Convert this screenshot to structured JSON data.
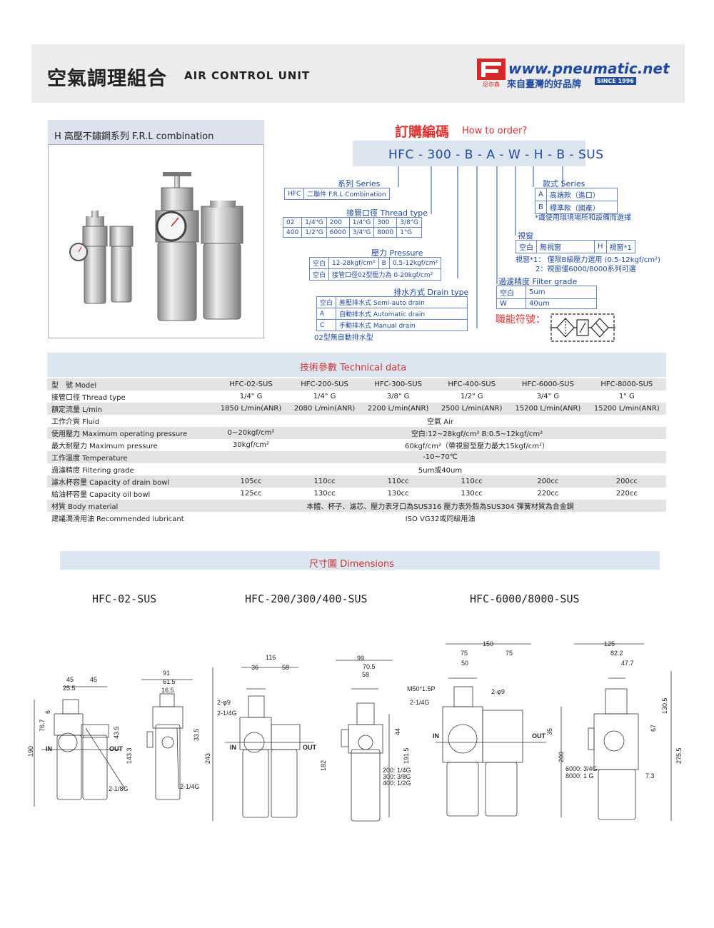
{
  "header": {
    "title_zh": "空氣調理組合",
    "title_en": "AIR CONTROL UNIT",
    "logo_text": "尼尔森",
    "website": "www.pneumatic.net",
    "slogan": "來自臺灣的好品牌",
    "since": "SINCE 1996"
  },
  "product": {
    "series_title": "H  高壓不鏽鋼系列  F.R.L combination"
  },
  "order": {
    "title_zh": "訂購編碼",
    "title_en": "How to order?",
    "code": "HFC - 300 -  B - A - W - H - B - SUS",
    "series_label": "系列 Series",
    "series_rows": [
      [
        "HFC",
        "二聯件 F.R.L Combination"
      ]
    ],
    "thread_label": "接管口徑 Thread type",
    "thread_rows": [
      [
        "02",
        "1/4\"G",
        "200",
        "1/4\"G",
        "300",
        "3/8\"G"
      ],
      [
        "400",
        "1/2\"G",
        "6000",
        "3/4\"G",
        "8000",
        "1\"G"
      ]
    ],
    "pressure_label": "壓力 Pressure",
    "pressure_rows": [
      [
        "空白",
        "12-28kgf/cm²",
        "B",
        "0.5-12kgf/cm²"
      ],
      [
        "空白",
        "接管口徑02型壓力為 0-20kgf/cm²"
      ]
    ],
    "drain_label": "排水方式 Drain type",
    "drain_rows": [
      [
        "空白",
        "差壓排水式 Semi-auto drain"
      ],
      [
        "A",
        "自動排水式  Automatic drain"
      ],
      [
        "C",
        "手動排水式  Manual drain"
      ]
    ],
    "drain_note": "02型無自動排水型",
    "style_label": "款式 Series",
    "style_rows": [
      [
        "A",
        "高端款（進口）"
      ],
      [
        "B",
        "標準款（國產）"
      ]
    ],
    "style_note": "*識使用環境場所和設備而選擇",
    "window_label": "視窗",
    "window_rows": [
      [
        "空白",
        "無視窗",
        "H",
        "視窗*1"
      ]
    ],
    "window_note1": "視窗*1： 僅限B級壓力選用 (0.5-12kgf/cm²)",
    "window_note2": "2：視窗僅6000/8000系列可選",
    "filter_label": "過濾精度 Filter grade",
    "filter_rows": [
      [
        "空白",
        "5um"
      ],
      [
        "W",
        "40um"
      ]
    ],
    "function_label": "職能符號："
  },
  "technical": {
    "title": "技術參數    Technical data",
    "rows": [
      {
        "label": "型　號  Model",
        "cells": [
          [
            "HFC-02-SUS",
            1
          ],
          [
            "HFC-200-SUS",
            1
          ],
          [
            "HFC-300-SUS",
            1
          ],
          [
            "HFC-400-SUS",
            1
          ],
          [
            "HFC-6000-SUS",
            1
          ],
          [
            "HFC-8000-SUS",
            1
          ]
        ]
      },
      {
        "label": "接管口徑  Thread type",
        "cells": [
          [
            "1/4\" G",
            1
          ],
          [
            "1/4\" G",
            1
          ],
          [
            "3/8\" G",
            1
          ],
          [
            "1/2\" G",
            1
          ],
          [
            "3/4\" G",
            1
          ],
          [
            "1\" G",
            1
          ]
        ]
      },
      {
        "label": "額定流量 L/min",
        "cells": [
          [
            "1850 L/min(ANR)",
            1
          ],
          [
            "2080 L/min(ANR)",
            1
          ],
          [
            "2200 L/min(ANR)",
            1
          ],
          [
            "2500 L/min(ANR)",
            1
          ],
          [
            "15200 L/min(ANR)",
            1
          ],
          [
            "15200 L/min(ANR)",
            1
          ]
        ]
      },
      {
        "label": "工作介質  Fluid",
        "cells": [
          [
            "空氣 Air",
            6
          ]
        ]
      },
      {
        "label": "使用壓力  Maximum operating pressure",
        "cells": [
          [
            "0~20kgf/cm²",
            1
          ],
          [
            "空白:12~28kgf/cm²         B:0.5~12kgf/cm²",
            5
          ]
        ]
      },
      {
        "label": "最大耐壓力   Maximum pressure",
        "cells": [
          [
            "30kgf/cm²",
            1
          ],
          [
            "60kgf/cm²（帶視窗型壓力最大15kgf/cm²）",
            5
          ]
        ]
      },
      {
        "label": "工作溫度  Temperature",
        "cells": [
          [
            "-10~70℃",
            6
          ]
        ]
      },
      {
        "label": "過濾精度  Filtering grade",
        "cells": [
          [
            "5um或40um",
            6
          ]
        ]
      },
      {
        "label": "濾水杯容量  Capacity of drain bowl",
        "cells": [
          [
            "105cc",
            1
          ],
          [
            "110cc",
            1
          ],
          [
            "110cc",
            1
          ],
          [
            "110cc",
            1
          ],
          [
            "200cc",
            1
          ],
          [
            "200cc",
            1
          ]
        ]
      },
      {
        "label": "給油杯容量  Capacity oil bowl",
        "cells": [
          [
            "125cc",
            1
          ],
          [
            "130cc",
            1
          ],
          [
            "130cc",
            1
          ],
          [
            "130cc",
            1
          ],
          [
            "220cc",
            1
          ],
          [
            "220cc",
            1
          ]
        ]
      },
      {
        "label": "材質  Body material",
        "cells": [
          [
            "本體、杯子、濾芯、壓力表牙口為SUS316     壓力表外殼為SUS304     彈簧材質為合金鋼",
            6
          ]
        ]
      },
      {
        "label": "建議潤滑用油 Recommended lubricant",
        "cells": [
          [
            "ISO VG32或同級用油",
            6
          ]
        ]
      }
    ]
  },
  "dimensions": {
    "title": "尺寸圖     Dimensions",
    "models": [
      "HFC-02-SUS",
      "HFC-200/300/400-SUS",
      "HFC-6000/8000-SUS"
    ],
    "d1": {
      "w45a": "45",
      "w45b": "45",
      "w255": "25.5",
      "h190": "190",
      "h767": "76.7",
      "h6": "6",
      "h435": "43.5",
      "h1433": "143.3",
      "port": "2-1/8G",
      "in": "IN",
      "out": "OUT"
    },
    "d2": {
      "w91": "91",
      "w615": "61.5",
      "w165": "16.5",
      "h335": "33.5",
      "port": "2-1/4G"
    },
    "d3": {
      "w116": "116",
      "w36": "36",
      "w58": "58",
      "phi": "2-φ9",
      "port": "2-1/4G",
      "h243": "243",
      "h182": "182",
      "in": "IN",
      "out": "OUT"
    },
    "d4": {
      "w99": "99",
      "w705": "70.5",
      "w58": "58",
      "h44": "44",
      "h1915": "191.5",
      "n200": "200: 1/4G",
      "n300": "300: 3/8G",
      "n400": "400: 1/2G"
    },
    "d5": {
      "w150": "150",
      "w75a": "75",
      "w75b": "75",
      "w50": "50",
      "m50": "M50*1.5P",
      "phi": "2-φ9",
      "port": "2-1/4G",
      "h35": "35",
      "h200": "200",
      "in": "IN",
      "out": "OUT"
    },
    "d6": {
      "w125": "125",
      "w822": "82.2",
      "w477": "47.7",
      "h1305": "130.5",
      "h67": "67",
      "h2755": "275.5",
      "h73": "7.3",
      "n6000": "6000: 3/4G",
      "n8000": "8000: 1 G"
    }
  },
  "colors": {
    "accent_blue": "#1f4aa0",
    "accent_red": "#d33333",
    "band_blue": "#dce6f0"
  }
}
